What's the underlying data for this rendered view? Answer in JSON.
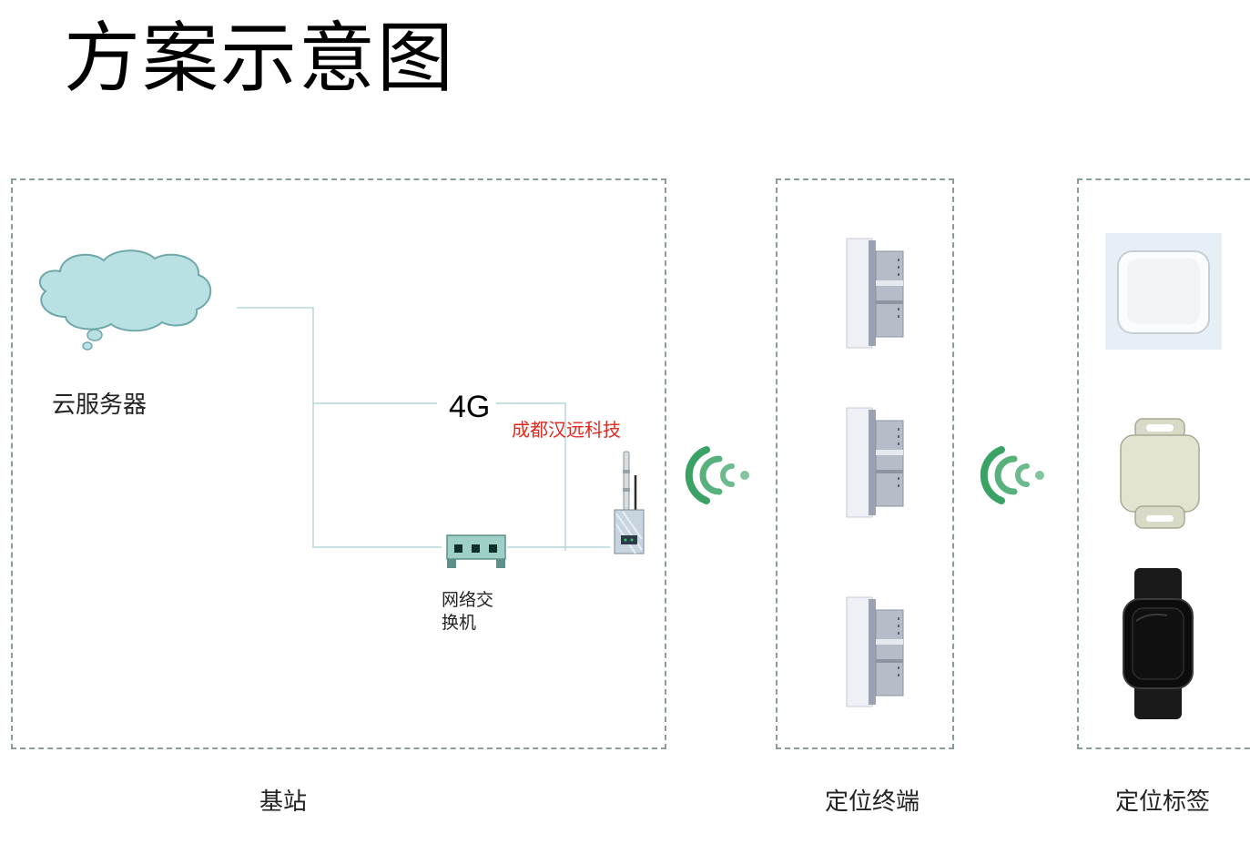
{
  "title": "方案示意图",
  "groups": {
    "base_station": {
      "label": "基站"
    },
    "terminal": {
      "label": "定位终端"
    },
    "tags": {
      "label": "定位标签"
    }
  },
  "nodes": {
    "cloud": {
      "label": "云服务器",
      "icon": "cloud-icon"
    },
    "link_4g": {
      "label": "4G"
    },
    "watermark": {
      "label": "成都汉远科技"
    },
    "switch": {
      "label_line1": "网络交",
      "label_line2": "换机",
      "icon": "network-switch-icon"
    },
    "gateway": {
      "icon": "antenna-gateway-icon"
    },
    "anchors": {
      "icon": "wall-anchor-icon",
      "count": 3
    },
    "tag_devices": [
      "square-tag-icon",
      "lanyard-tag-icon",
      "wristband-tag-icon"
    ]
  },
  "colors": {
    "dashed_border": "#8a9e98",
    "connector": "#b5d7d8",
    "cloud_fill": "#b9e0e2",
    "cloud_stroke": "#6fa7ab",
    "switch_fill": "#9fd0c8",
    "signal": "#2e9d5c",
    "brand": "#e02a20"
  }
}
